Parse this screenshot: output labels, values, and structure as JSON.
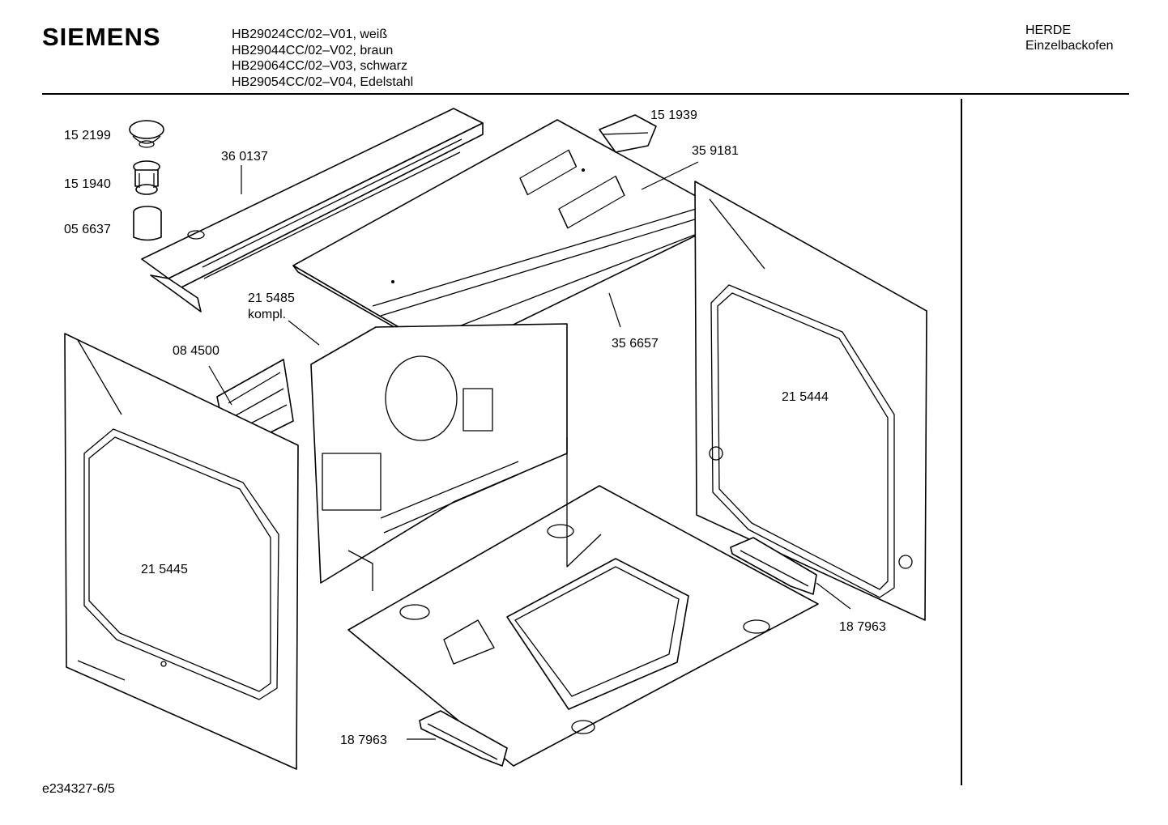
{
  "header": {
    "brand": "SIEMENS",
    "models": [
      "HB29024CC/02–V01, weiß",
      "HB29044CC/02–V02, braun",
      "HB29064CC/02–V03, schwarz",
      "HB29054CC/02–V04, Edelstahl"
    ],
    "category": [
      "HERDE",
      "Einzelbackofen"
    ]
  },
  "footer": {
    "doc_number": "e234327-6/5"
  },
  "parts": [
    {
      "id": "p152199",
      "label": "15 2199"
    },
    {
      "id": "p151940",
      "label": "15 1940"
    },
    {
      "id": "p056637",
      "label": "05 6637"
    },
    {
      "id": "p360137",
      "label": "36 0137"
    },
    {
      "id": "p151939",
      "label": "15 1939"
    },
    {
      "id": "p359181",
      "label": "35 9181"
    },
    {
      "id": "p215485",
      "label": "21 5485",
      "note": "kompl."
    },
    {
      "id": "p084500",
      "label": "08 4500"
    },
    {
      "id": "p356657",
      "label": "35 6657"
    },
    {
      "id": "p215444",
      "label": "21 5444"
    },
    {
      "id": "p215445",
      "label": "21 5445"
    },
    {
      "id": "p187963a",
      "label": "18 7963"
    },
    {
      "id": "p187963b",
      "label": "18 7963"
    }
  ]
}
